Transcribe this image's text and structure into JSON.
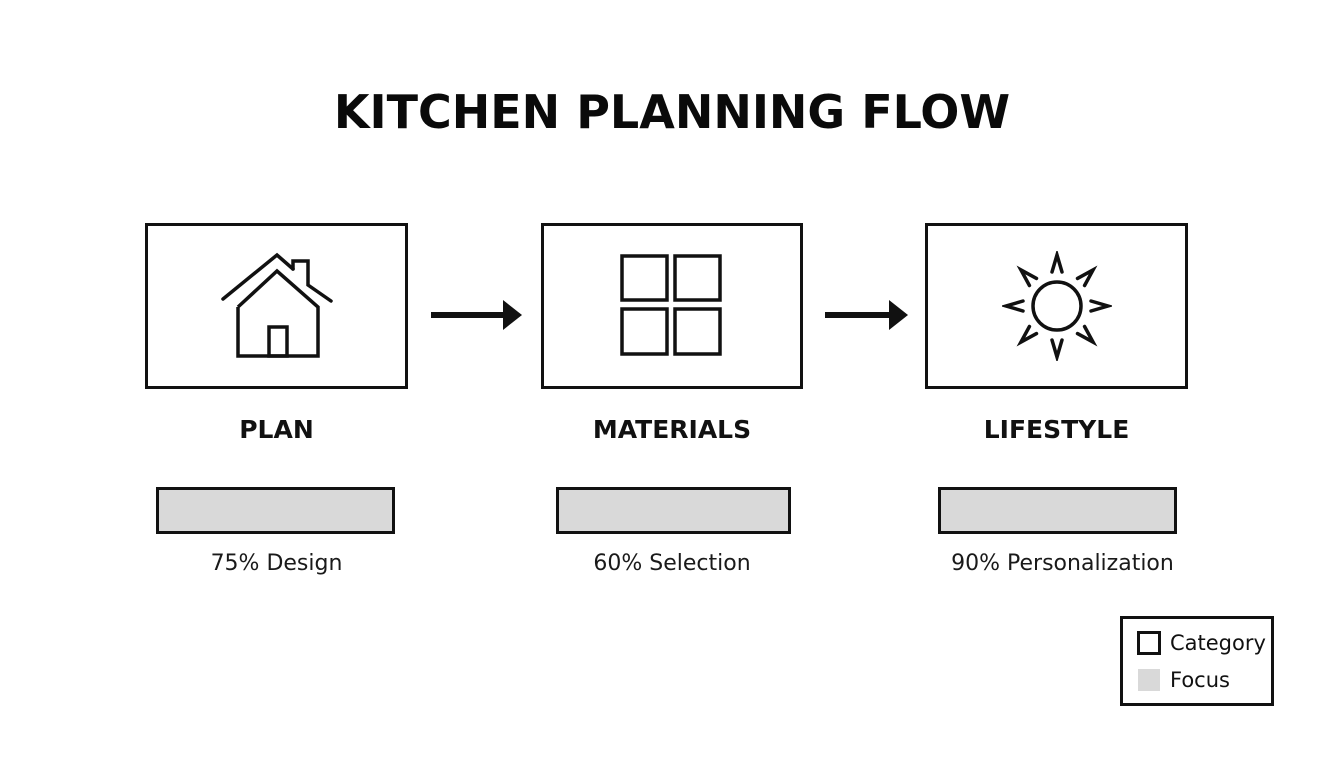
{
  "title": "KITCHEN PLANNING FLOW",
  "colors": {
    "stroke": "#111111",
    "focus_fill": "#d9d9d9",
    "background": "#ffffff"
  },
  "stages": [
    {
      "label": "PLAN",
      "icon": "house-icon",
      "focus_percent": 75,
      "focus_caption": "75% Design"
    },
    {
      "label": "MATERIALS",
      "icon": "grid-tiles-icon",
      "focus_percent": 60,
      "focus_caption": "60% Selection"
    },
    {
      "label": "LIFESTYLE",
      "icon": "sun-icon",
      "focus_percent": 90,
      "focus_caption": "90% Personalization"
    }
  ],
  "connectors": [
    {
      "from": "PLAN",
      "to": "MATERIALS",
      "icon": "arrow-right-icon"
    },
    {
      "from": "MATERIALS",
      "to": "LIFESTYLE",
      "icon": "arrow-right-icon"
    }
  ],
  "legend": {
    "items": [
      {
        "label": "Category",
        "swatch": "outlined-box"
      },
      {
        "label": "Focus",
        "swatch": "gray-fill"
      }
    ]
  }
}
